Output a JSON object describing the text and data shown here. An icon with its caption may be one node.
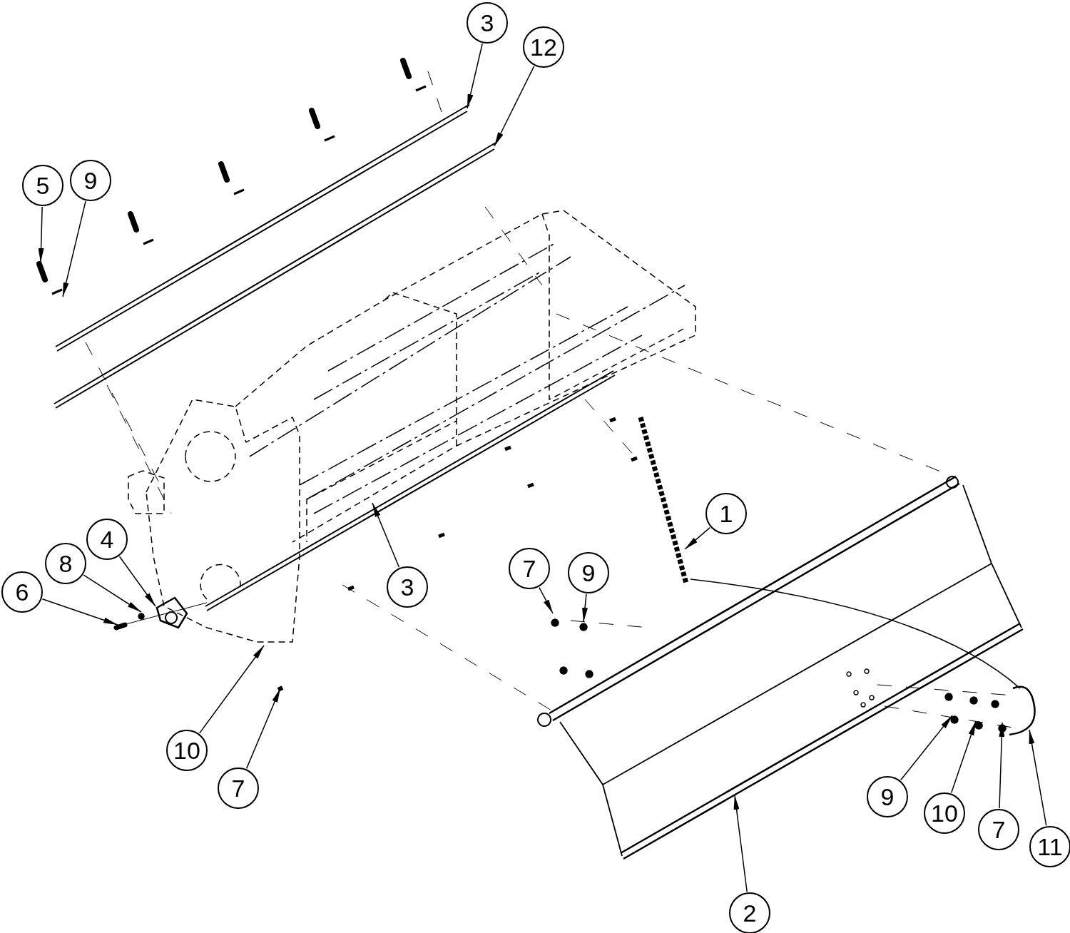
{
  "diagram": {
    "nodes": [
      {
        "text": [
          "3"
        ]
      },
      {
        "text": [
          "12"
        ]
      },
      {
        "text": [
          "5"
        ]
      },
      {
        "text": [
          "9"
        ]
      },
      {
        "text": [
          "1"
        ]
      },
      {
        "text": [
          "4"
        ]
      },
      {
        "text": [
          "8"
        ]
      },
      {
        "text": [
          "6"
        ]
      },
      {
        "text": [
          "3"
        ]
      },
      {
        "text": [
          "7"
        ]
      },
      {
        "text": [
          "9"
        ]
      },
      {
        "text": [
          "10"
        ]
      },
      {
        "text": [
          "7"
        ]
      },
      {
        "text": [
          "9"
        ]
      },
      {
        "text": [
          "10"
        ]
      },
      {
        "text": [
          "7"
        ]
      },
      {
        "text": [
          "11"
        ]
      },
      {
        "text": [
          "2"
        ]
      }
    ],
    "edges": [
      {
        "from": 0,
        "to": null,
        "arrow": "to"
      },
      {
        "from": 1,
        "to": null,
        "arrow": "to"
      },
      {
        "from": 2,
        "to": null,
        "arrow": "to"
      },
      {
        "from": 3,
        "to": null,
        "arrow": "to"
      },
      {
        "from": 4,
        "to": null,
        "arrow": "to"
      },
      {
        "from": 5,
        "to": null,
        "arrow": "to"
      },
      {
        "from": 6,
        "to": null,
        "arrow": "to"
      },
      {
        "from": 7,
        "to": null,
        "arrow": "to"
      },
      {
        "from": 8,
        "to": null,
        "arrow": "to"
      },
      {
        "from": 9,
        "to": null,
        "arrow": "to"
      },
      {
        "from": 10,
        "to": null,
        "arrow": "to"
      },
      {
        "from": 11,
        "to": null,
        "arrow": "to"
      },
      {
        "from": 12,
        "to": null,
        "arrow": "to"
      },
      {
        "from": 13,
        "to": null,
        "arrow": "to"
      },
      {
        "from": 14,
        "to": null,
        "arrow": "to"
      },
      {
        "from": 15,
        "to": null,
        "arrow": "to"
      },
      {
        "from": 16,
        "to": null,
        "arrow": "to"
      },
      {
        "from": 17,
        "to": null,
        "arrow": "to"
      }
    ]
  }
}
